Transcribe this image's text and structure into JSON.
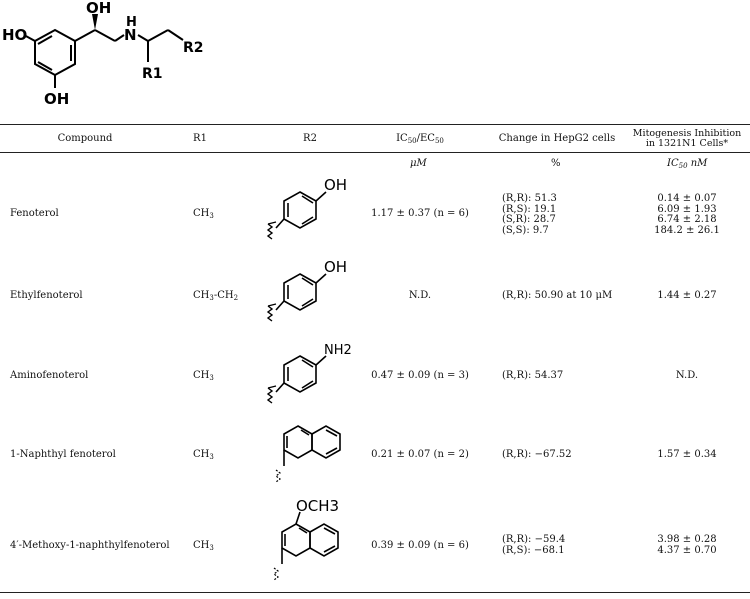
{
  "scaffold": {
    "ho_label": "HO",
    "oh_top_label": "OH",
    "nh_label": "N",
    "h_label": "H",
    "r2_label": "R2",
    "r1_label": "R1",
    "oh_bottom_label": "OH"
  },
  "table": {
    "headers": {
      "compound": "Compound",
      "r1": "R1",
      "r2": "R2",
      "ic50": "IC50/EC50",
      "hepg2": "Change in HepG2 cells",
      "mito_line1": "Mitogenesis Inhibition",
      "mito_line2": "in 1321N1 Cells*"
    },
    "units": {
      "ic50": "μM",
      "hepg2": "%",
      "mito": "IC50 nM"
    },
    "rows": [
      {
        "compound": "Fenoterol",
        "r1": "CH3",
        "r2_group": "OH",
        "ic50": "1.17 ± 0.37 (n = 6)",
        "hepg2": [
          "(R,R): 51.3",
          "(R,S): 19.1",
          "(S,R): 28.7",
          "(S,S): 9.7"
        ],
        "mito": [
          "0.14 ± 0.07",
          "6.09 ± 1.93",
          "6.74 ± 2.18",
          "184.2 ± 26.1"
        ]
      },
      {
        "compound": "Ethylfenoterol",
        "r1": "CH3-CH2",
        "r2_group": "OH",
        "ic50": "N.D.",
        "hepg2": [
          "(R,R): 50.90 at 10 μM"
        ],
        "mito": [
          "1.44 ± 0.27"
        ]
      },
      {
        "compound": "Aminofenoterol",
        "r1": "CH3",
        "r2_group": "NH2",
        "ic50": "0.47 ± 0.09 (n = 3)",
        "hepg2": [
          "(R,R): 54.37"
        ],
        "mito": [
          "N.D."
        ]
      },
      {
        "compound": "1-Naphthyl fenoterol",
        "r1": "CH3",
        "r2_group": "",
        "ic50": "0.21 ± 0.07 (n = 2)",
        "hepg2": [
          "(R,R): −67.52"
        ],
        "mito": [
          "1.57 ± 0.34"
        ]
      },
      {
        "compound": "4′-Methoxy-1-naphthylfenoterol",
        "r1": "CH3",
        "r2_group": "OCH3",
        "ic50": "0.39 ± 0.09 (n = 6)",
        "hepg2": [
          "(R,R): −59.4",
          "(R,S): −68.1"
        ],
        "mito": [
          "3.98 ± 0.28",
          "4.37 ± 0.70"
        ]
      }
    ]
  }
}
